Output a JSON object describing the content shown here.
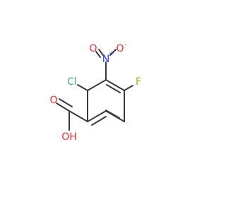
{
  "atoms": {
    "cl": {
      "label": "Cl",
      "color": "#3cb371"
    },
    "n": {
      "label": "N",
      "color": "#2a3cff",
      "charge": "+"
    },
    "o_nitro_left": {
      "label": "O",
      "color": "#ff2a2a"
    },
    "o_nitro_right": {
      "label": "O",
      "color": "#ff2a2a",
      "charge": "-"
    },
    "f": {
      "label": "F",
      "color": "#c8a000"
    },
    "o_carbonyl": {
      "label": "O",
      "color": "#ff2a2a"
    },
    "o_hydroxyl": {
      "label": "OH",
      "color": "#ff2a2a"
    }
  },
  "colors": {
    "bond": "#3a3a3a"
  }
}
